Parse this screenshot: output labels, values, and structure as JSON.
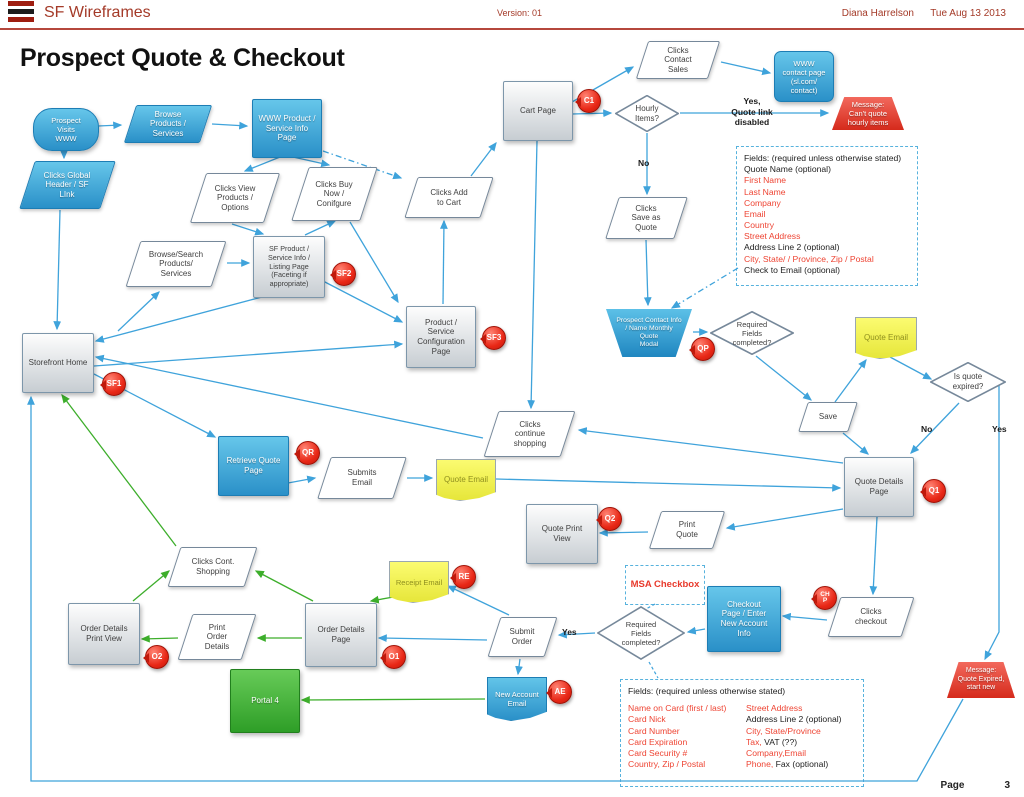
{
  "header": {
    "app_name": "SF Wireframes",
    "version": "Version: 01",
    "author": "Diana Harrelson",
    "date": "Tue Aug 13 2013"
  },
  "title": "Prospect Quote & Checkout",
  "footer": {
    "page_label": "Page",
    "page_number": "3"
  },
  "colors": {
    "header_red": "#a43a28",
    "shape_blue": "#2a90c8",
    "shape_gray": "#c7cdd2",
    "shape_green": "#2e9e27",
    "badge_red": "#e82716",
    "note_yellow": "#e6e63a",
    "arrow_blue": "#3fa3db",
    "arrow_green": "#3dae2b",
    "field_red": "#ee4433"
  },
  "nodes": {
    "prospect_visits": "Prospect\nVisits\nWWW",
    "browse_products": "Browse\nProducts /\nServices",
    "www_product_page": "WWW Product /\nService Info\nPage",
    "clicks_global_header": "Clicks Global\nHeader / SF\nLInk",
    "clicks_view_products": "Clicks View\nProducts /\nOptions",
    "clicks_buy_now": "Clicks Buy\nNow /\nConifgure",
    "clicks_add_to_cart": "Clicks Add\nto Cart",
    "cart_page": "Cart Page",
    "clicks_contact_sales": "Clicks\nContact\nSales",
    "www_contact_page": "WWW\ncontact page\n(sl.com/\ncontact)",
    "hourly_items": "Hourly\nItems?",
    "msg_cant_quote": "Message:\nCan't quote\nhourly items",
    "clicks_save_quote": "Clicks\nSave as\nQuote",
    "browse_search": "Browse/Search\nProducts/\nServices",
    "sf_listing": "SF Product /\nService Info /\nListing Page\n(Faceting if\nappropriate)",
    "product_config": "Product /\nService\nConfiguration\nPage",
    "prospect_modal": "Prospect Contact Info\n/ Name Monthly\nQuote\nModal",
    "required_fields_1": "Required\nFields\ncompleted?",
    "quote_email_top": "Quote Email",
    "save": "Save",
    "is_quote_expired": "Is quote\nexpired?",
    "storefront_home": "Storefront Home",
    "clicks_continue_shopping": "Clicks\ncontinue\nshopping",
    "retrieve_quote": "Retrieve Quote\nPage",
    "submits_email": "Submits\nEmail",
    "quote_email_mid": "Quote Email",
    "quote_details_page": "Quote Details\nPage",
    "quote_print_view": "Quote Print\nView",
    "print_quote": "Print\nQuote",
    "clicks_checkout": "Clicks\ncheckout",
    "msa_checkbox": "MSA Checkbox",
    "checkout_page": "Checkout\nPage / Enter\nNew Account\nInfo",
    "required_fields_2": "Required\nFields\ncompleted?",
    "submit_order": "Submit\nOrder",
    "receipt_email": "Receipt Email",
    "clicks_cont_shopping": "Clicks Cont.\nShopping",
    "order_details_print": "Order Details\nPrint View",
    "print_order_details": "Print\nOrder\nDetails",
    "order_details_page": "Order Details\nPage",
    "portal_4": "Portal 4",
    "new_account_email": "New Account\nEmail",
    "msg_quote_expired": "Message:\nQuote Expired,\nstart new"
  },
  "badges": {
    "c1": "C1",
    "sf1": "SF1",
    "sf2": "SF2",
    "sf3": "SF3",
    "qp": "QP",
    "qr": "QR",
    "q1": "Q1",
    "q2": "Q2",
    "re": "RE",
    "chp": "CH\nP",
    "o1": "O1",
    "o2": "O2",
    "ae": "AE"
  },
  "edge_labels": {
    "yes_quote_link": "Yes,\nQuote link\ndisabled",
    "no_hourly": "No",
    "no_expired": "No",
    "yes_expired": "Yes",
    "yes_required": "Yes"
  },
  "fields_box_1": {
    "lines": [
      [
        {
          "t": "Fields: (required unless otherwise stated)",
          "r": false
        }
      ],
      [
        {
          "t": "Quote Name (optional)",
          "r": false
        }
      ],
      [
        {
          "t": "First Name",
          "r": true
        }
      ],
      [
        {
          "t": "Last Name",
          "r": true
        }
      ],
      [
        {
          "t": "Company",
          "r": true
        }
      ],
      [
        {
          "t": "Email",
          "r": true
        }
      ],
      [
        {
          "t": "Country",
          "r": true
        }
      ],
      [
        {
          "t": "Street Address",
          "r": true
        }
      ],
      [
        {
          "t": "Address Line 2 (optional)",
          "r": false
        }
      ],
      [
        {
          "t": "City, State/ / Province, Zip / Postal",
          "r": true
        }
      ],
      [
        {
          "t": "Check to Email (optional)",
          "r": false
        }
      ]
    ]
  },
  "fields_box_2": {
    "title_lines": [
      [
        {
          "t": "Fields: (required unless otherwise stated)",
          "r": false
        }
      ]
    ],
    "left_lines": [
      [
        {
          "t": "Name on Card (first / last)",
          "r": true
        }
      ],
      [
        {
          "t": "Card Nick",
          "r": true
        }
      ],
      [
        {
          "t": "Card Number",
          "r": true
        }
      ],
      [
        {
          "t": "Card Expiration",
          "r": true
        }
      ],
      [
        {
          "t": "Card Security #",
          "r": true
        }
      ],
      [
        {
          "t": "Country, Zip / Postal",
          "r": true
        }
      ]
    ],
    "right_lines": [
      [
        {
          "t": "Street Address",
          "r": true
        }
      ],
      [
        {
          "t": "Address Line 2 (optional)",
          "r": false
        }
      ],
      [
        {
          "t": "City, State/Province",
          "r": true
        }
      ],
      [
        {
          "t": "Tax,",
          "r": true
        },
        {
          "t": " VAT (??)",
          "r": false
        }
      ],
      [
        {
          "t": "Company,Email",
          "r": true
        }
      ],
      [
        {
          "t": "Phone,",
          "r": true
        },
        {
          "t": " Fax (optional)",
          "r": false
        }
      ]
    ]
  }
}
